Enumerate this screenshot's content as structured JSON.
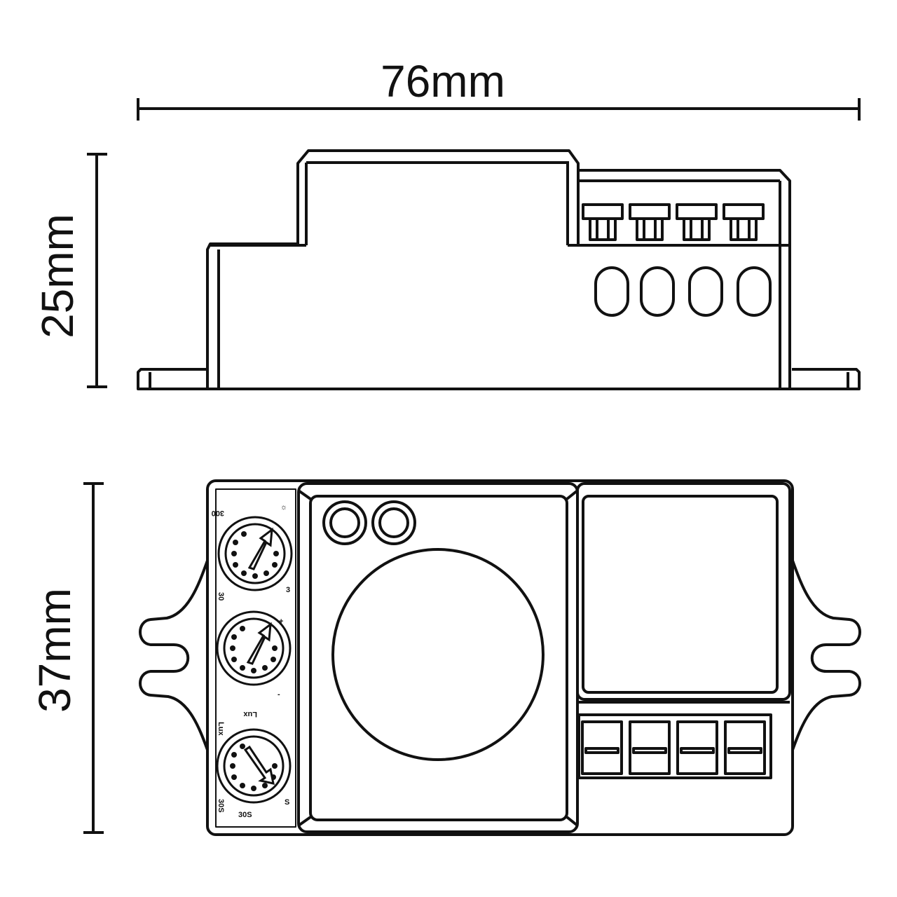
{
  "dimensions": {
    "width_label": "76mm",
    "height_label": "25mm",
    "depth_label": "37mm"
  },
  "knob_labels": {
    "time": {
      "top": "300",
      "left": "30",
      "right": "3",
      "symbol": "☼"
    },
    "sensitivity": {
      "plus": "+",
      "minus": "-"
    },
    "daylight": {
      "top_left": "Lux",
      "top_center": "Lux",
      "bottom_left": "30S",
      "bottom_center": "30S",
      "bottom_right": "S"
    }
  },
  "colors": {
    "line": "#111111",
    "background": "#ffffff"
  }
}
